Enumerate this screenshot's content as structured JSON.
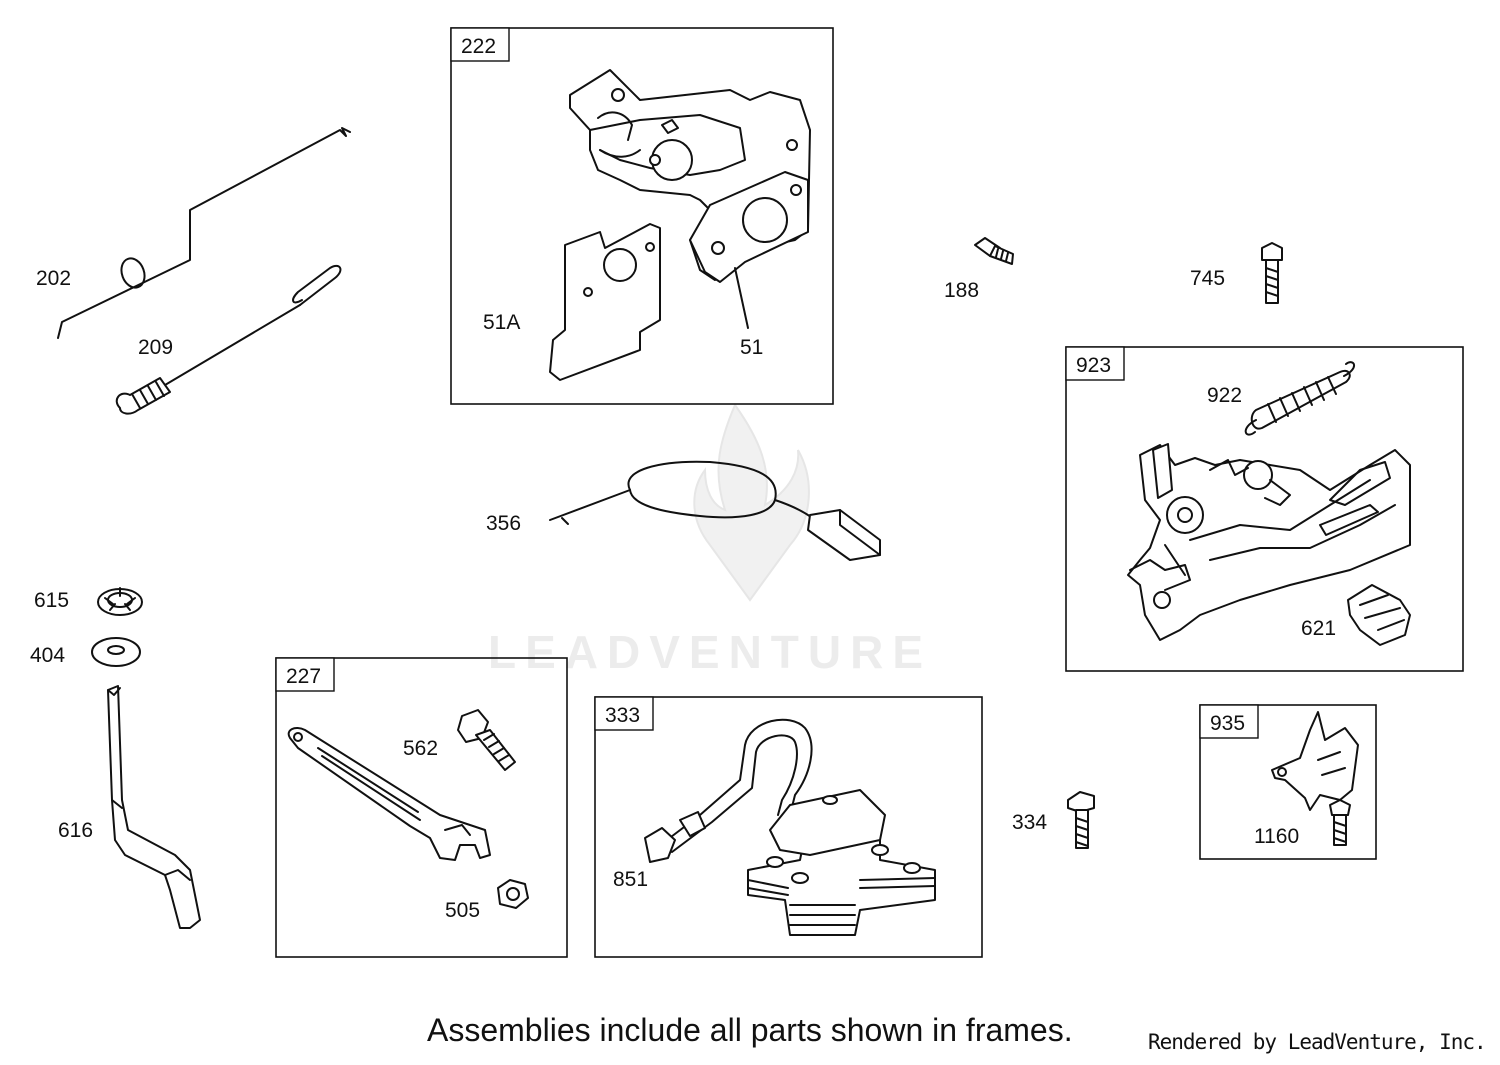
{
  "watermark": "LEADVENTURE",
  "caption": "Assemblies include all parts shown in frames.",
  "credit": "Rendered by LeadVenture, Inc.",
  "frames": {
    "f222": "222",
    "f923": "923",
    "f227": "227",
    "f333": "333",
    "f935": "935"
  },
  "parts": {
    "p202": "202",
    "p209": "209",
    "p51A": "51A",
    "p51": "51",
    "p188": "188",
    "p745": "745",
    "p922": "922",
    "p621": "621",
    "p356": "356",
    "p615": "615",
    "p404": "404",
    "p616": "616",
    "p562": "562",
    "p505": "505",
    "p851": "851",
    "p334": "334",
    "p1160": "1160"
  }
}
